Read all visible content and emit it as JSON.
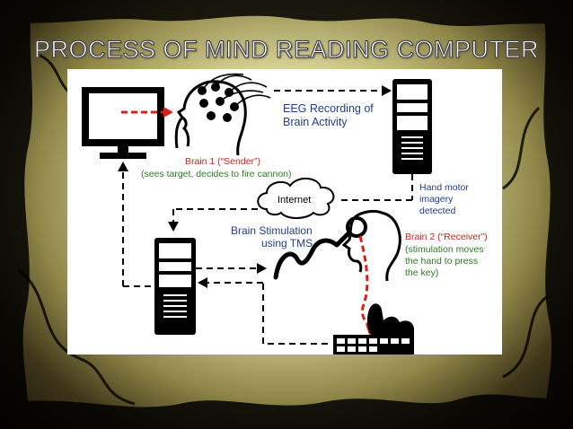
{
  "title": "PROCESS OF MIND READING COMPUTER",
  "colors": {
    "red_text": "#c0281c",
    "green_text": "#2f7a26",
    "blue_text": "#1f3d8a",
    "red_arrow": "#d9201a"
  },
  "labels": {
    "eeg_line1": "EEG Recording of",
    "eeg_line2": "Brain Activity",
    "brain1_line1": "Brain 1 (“Sender”)",
    "brain1_line2": "(sees target, decides to fire cannon)",
    "internet": "Internet",
    "hand_line1": "Hand motor",
    "hand_line2": "imagery",
    "hand_line3": "detected",
    "tms_line1": "Brain Stimulation",
    "tms_line2": "using TMS",
    "brain2_line1": "Brain 2 (“Receiver”)",
    "brain2_line2": "(stimulation moves",
    "brain2_line3": "the hand to press",
    "brain2_line4": "the key)"
  },
  "icons": [
    "monitor-icon",
    "sender-head-icon",
    "eeg-cap-icon",
    "computer-tower-icon",
    "cloud-icon",
    "tms-coil-icon",
    "receiver-head-icon",
    "hand-icon",
    "keyboard-icon"
  ]
}
